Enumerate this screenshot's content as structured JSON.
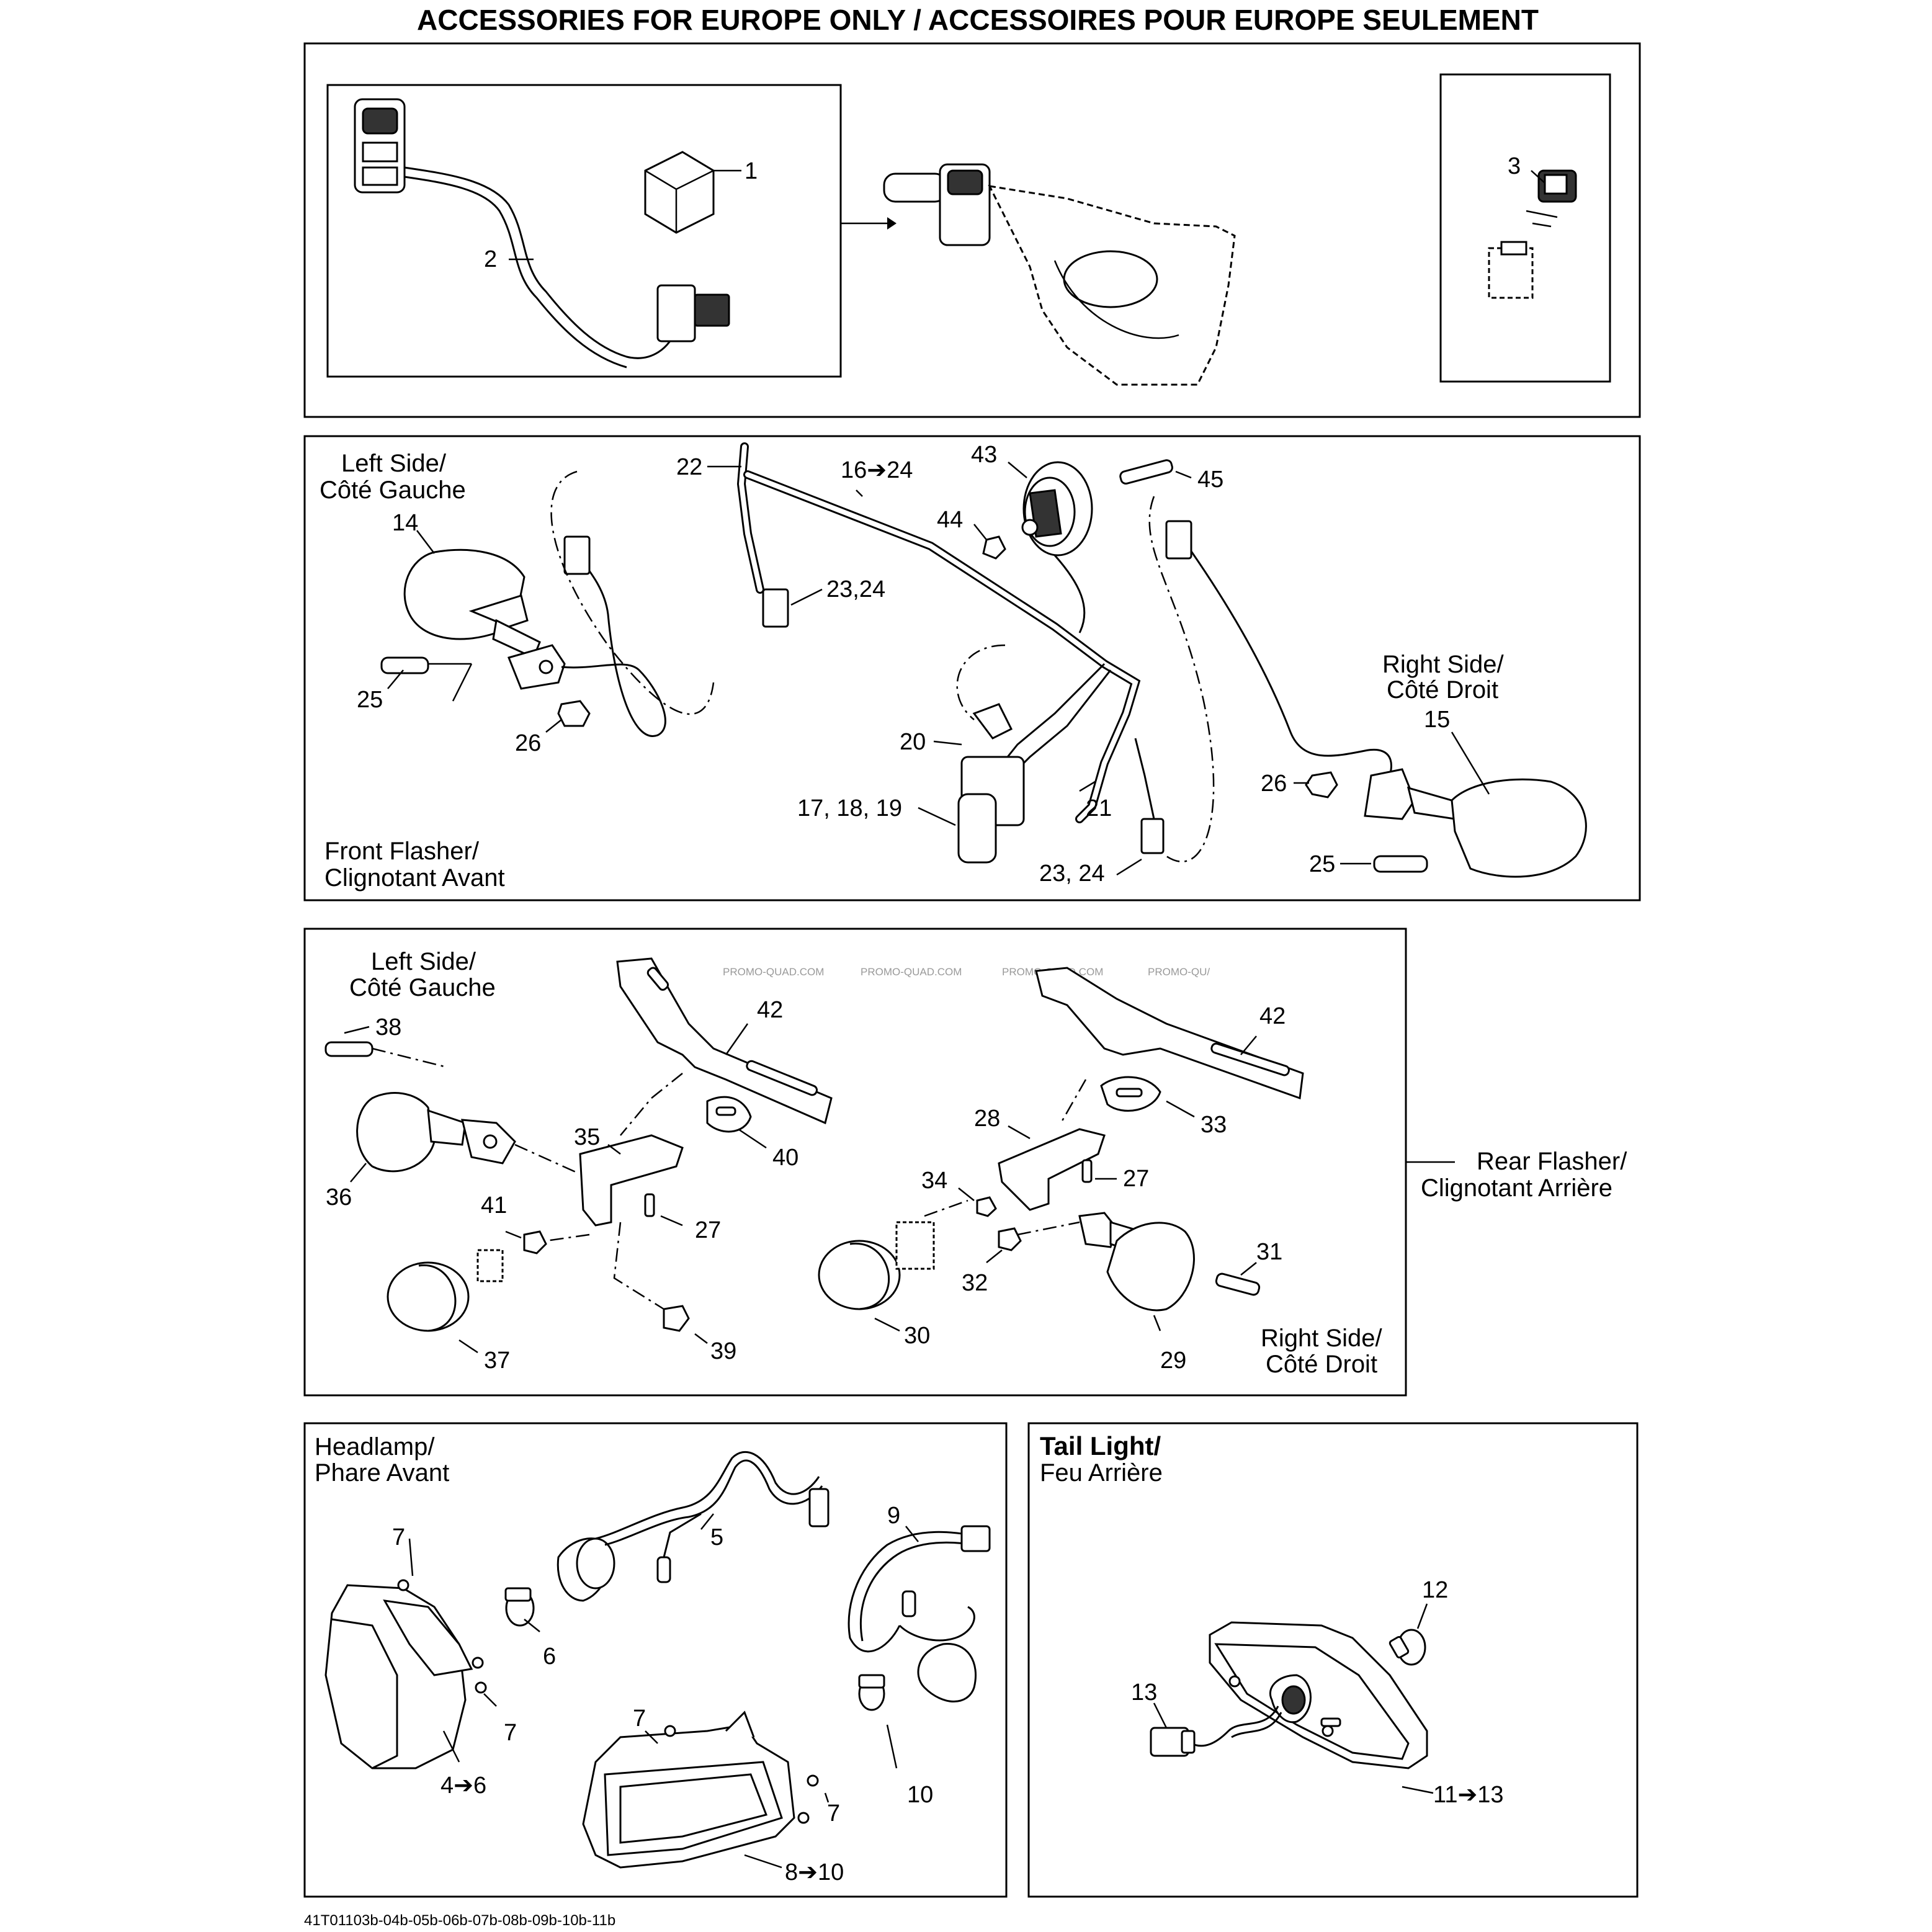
{
  "title": "ACCESSORIES FOR EUROPE ONLY / ACCESSOIRES POUR EUROPE SEULEMENT",
  "footer_code": "41T01103b-04b-05b-06b-07b-08b-09b-10b-11b",
  "watermarks": [
    "PROMO-QUAD.COM",
    "PROMO-QUAD.COM",
    "PROMO-QUAD.COM",
    "PROMO-QU/"
  ],
  "sections": {
    "switch": {
      "labels": [
        "1",
        "2",
        "3"
      ]
    },
    "front_flasher": {
      "left_side": [
        "Left Side/",
        "Côté Gauche"
      ],
      "right_side": [
        "Right Side/",
        "Côté Droit"
      ],
      "caption": [
        "Front Flasher/",
        "Clignotant Avant"
      ],
      "labels": [
        "22",
        "16➔24",
        "43",
        "45",
        "44",
        "14",
        "23,24",
        "25",
        "26",
        "20",
        "17, 18, 19",
        "21",
        "23, 24",
        "15",
        "26",
        "25"
      ]
    },
    "rear_flasher": {
      "left_side": [
        "Left Side/",
        "Côté Gauche"
      ],
      "right_side": [
        "Right Side/",
        "Côté Droit"
      ],
      "caption": [
        "Rear Flasher/",
        "Clignotant Arrière"
      ],
      "labels": [
        "42",
        "42",
        "38",
        "35",
        "40",
        "28",
        "33",
        "34",
        "27",
        "27",
        "36",
        "41",
        "31",
        "32",
        "30",
        "29",
        "37",
        "39"
      ]
    },
    "headlamp": {
      "caption": [
        "Headlamp/",
        "Phare Avant"
      ],
      "labels": [
        "7",
        "5",
        "9",
        "6",
        "7",
        "7",
        "4➔6",
        "10",
        "7",
        "8➔10"
      ]
    },
    "tail_light": {
      "caption_bold": "Tail Light/",
      "caption": "Feu Arrière",
      "labels": [
        "12",
        "13",
        "11➔13"
      ]
    }
  }
}
